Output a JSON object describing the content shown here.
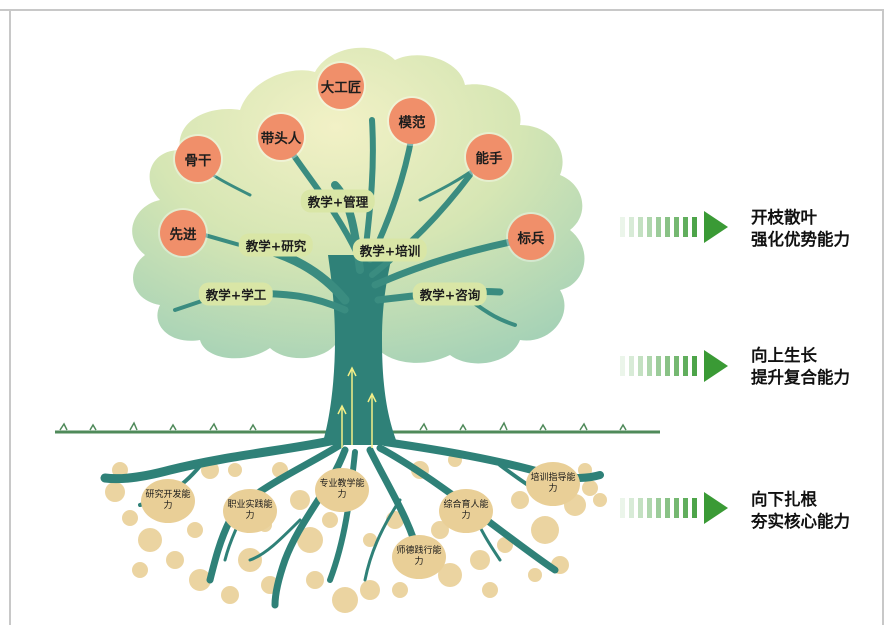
{
  "crown_circles": [
    "大工匠",
    "带头人",
    "模范",
    "骨干",
    "能手",
    "先进",
    "标兵"
  ],
  "branch_labels": [
    "教学+管理",
    "教学+研究",
    "教学+培训",
    "教学+学工",
    "教学+咨询"
  ],
  "root_labels": [
    "研究开发能力",
    "职业实践能力",
    "专业教学能力",
    "综合育人能力",
    "培训指导能力",
    "师德践行能力"
  ],
  "side_items": [
    {
      "line1": "开枝散叶",
      "line2": "强化优势能力"
    },
    {
      "line1": "向上生长",
      "line2": "提升复合能力"
    },
    {
      "line1": "向下扎根",
      "line2": "夯实核心能力"
    }
  ],
  "colors": {
    "crown_light": "#eef0c4",
    "crown_mid": "#cfe3b3",
    "crown_dark": "#a9d3b5",
    "trunk": "#2f8178",
    "root_bulb": "#e9cf97",
    "circle_fill": "#f08f6a",
    "label_fill": "#d9e6a6",
    "arrow_green": "#3a9a35"
  }
}
